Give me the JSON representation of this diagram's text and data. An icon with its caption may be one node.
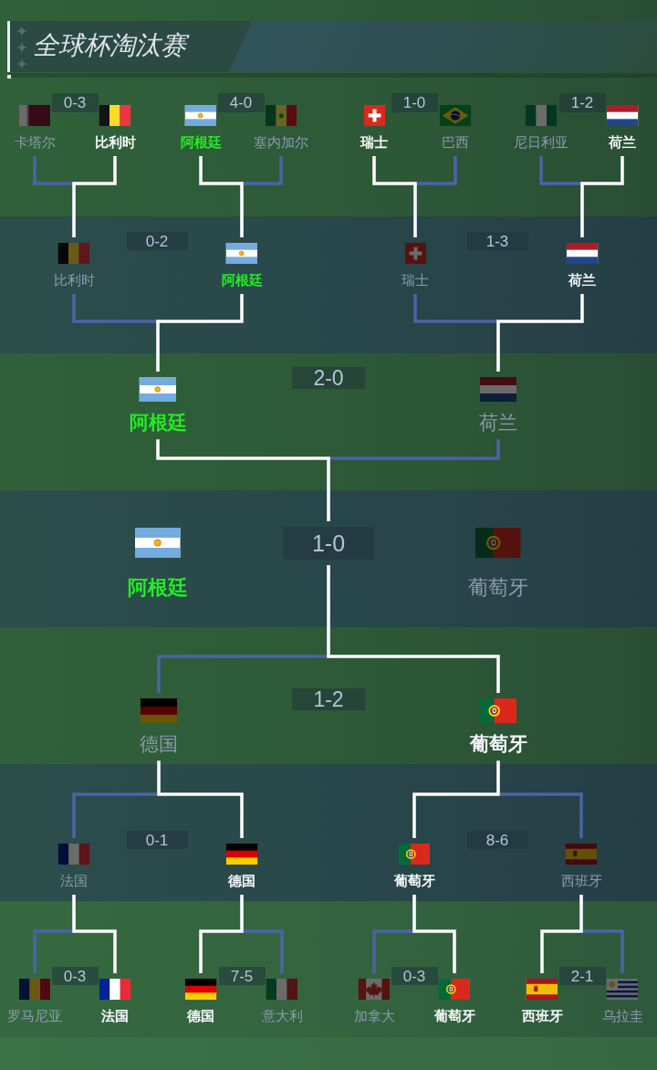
{
  "diagram": {
    "title": "全球杯淘汰赛",
    "nodes": [
      {
        "text": [
          "卡塔尔"
        ]
      },
      {
        "text": [
          "0-3"
        ]
      },
      {
        "text": [
          "比利时"
        ]
      },
      {
        "text": [
          "阿根廷"
        ]
      },
      {
        "text": [
          "4-0"
        ]
      },
      {
        "text": [
          "塞内加尔"
        ]
      },
      {
        "text": [
          "瑞士"
        ]
      },
      {
        "text": [
          "1-0"
        ]
      },
      {
        "text": [
          "巴西"
        ]
      },
      {
        "text": [
          "尼日利亚"
        ]
      },
      {
        "text": [
          "1-2"
        ]
      },
      {
        "text": [
          "荷兰"
        ]
      },
      {
        "text": [
          "比利时"
        ]
      },
      {
        "text": [
          "0-2"
        ]
      },
      {
        "text": [
          "阿根廷"
        ]
      },
      {
        "text": [
          "瑞士"
        ]
      },
      {
        "text": [
          "1-3"
        ]
      },
      {
        "text": [
          "荷兰"
        ]
      },
      {
        "text": [
          "阿根廷"
        ]
      },
      {
        "text": [
          "2-0"
        ]
      },
      {
        "text": [
          "荷兰"
        ]
      },
      {
        "text": [
          "阿根廷"
        ]
      },
      {
        "text": [
          "1-0"
        ]
      },
      {
        "text": [
          "葡萄牙"
        ]
      },
      {
        "text": [
          "德国"
        ]
      },
      {
        "text": [
          "1-2"
        ]
      },
      {
        "text": [
          "葡萄牙"
        ]
      },
      {
        "text": [
          "法国"
        ]
      },
      {
        "text": [
          "0-1"
        ]
      },
      {
        "text": [
          "德国"
        ]
      },
      {
        "text": [
          "葡萄牙"
        ]
      },
      {
        "text": [
          "8-6"
        ]
      },
      {
        "text": [
          "西班牙"
        ]
      },
      {
        "text": [
          "罗马尼亚"
        ]
      },
      {
        "text": [
          "0-3"
        ]
      },
      {
        "text": [
          "法国"
        ]
      },
      {
        "text": [
          "德国"
        ]
      },
      {
        "text": [
          "7-5"
        ]
      },
      {
        "text": [
          "意大利"
        ]
      },
      {
        "text": [
          "加拿大"
        ]
      },
      {
        "text": [
          "0-3"
        ]
      },
      {
        "text": [
          "葡萄牙"
        ]
      },
      {
        "text": [
          "西班牙"
        ]
      },
      {
        "text": [
          "2-1"
        ]
      },
      {
        "text": [
          "乌拉圭"
        ]
      }
    ],
    "edges": [
      {
        "from": 0,
        "to": 12,
        "arrow": "none",
        "color": "#4c63a8"
      },
      {
        "from": 2,
        "to": 12,
        "arrow": "none",
        "color": "#ffffff"
      },
      {
        "from": 3,
        "to": 14,
        "arrow": "none",
        "color": "#ffffff"
      },
      {
        "from": 5,
        "to": 14,
        "arrow": "none",
        "color": "#4c63a8"
      },
      {
        "from": 6,
        "to": 15,
        "arrow": "none",
        "color": "#ffffff"
      },
      {
        "from": 8,
        "to": 15,
        "arrow": "none",
        "color": "#4c63a8"
      },
      {
        "from": 9,
        "to": 17,
        "arrow": "none",
        "color": "#4c63a8"
      },
      {
        "from": 11,
        "to": 17,
        "arrow": "none",
        "color": "#ffffff"
      },
      {
        "from": 12,
        "to": 18,
        "arrow": "none",
        "color": "#4c63a8"
      },
      {
        "from": 14,
        "to": 18,
        "arrow": "none",
        "color": "#ffffff"
      },
      {
        "from": 15,
        "to": 20,
        "arrow": "none",
        "color": "#4c63a8"
      },
      {
        "from": 17,
        "to": 20,
        "arrow": "none",
        "color": "#ffffff"
      },
      {
        "from": 18,
        "to": 22,
        "arrow": "none",
        "color": "#ffffff"
      },
      {
        "from": 20,
        "to": 22,
        "arrow": "none",
        "color": "#4c63a8"
      },
      {
        "from": 24,
        "to": 22,
        "arrow": "none",
        "color": "#4c63a8"
      },
      {
        "from": 26,
        "to": 22,
        "arrow": "none",
        "color": "#ffffff"
      },
      {
        "from": 27,
        "to": 24,
        "arrow": "none",
        "color": "#4c63a8"
      },
      {
        "from": 29,
        "to": 24,
        "arrow": "none",
        "color": "#ffffff"
      },
      {
        "from": 30,
        "to": 26,
        "arrow": "none",
        "color": "#ffffff"
      },
      {
        "from": 32,
        "to": 26,
        "arrow": "none",
        "color": "#4c63a8"
      },
      {
        "from": 33,
        "to": 27,
        "arrow": "none",
        "color": "#4c63a8"
      },
      {
        "from": 35,
        "to": 27,
        "arrow": "none",
        "color": "#ffffff"
      },
      {
        "from": 36,
        "to": 29,
        "arrow": "none",
        "color": "#ffffff"
      },
      {
        "from": 38,
        "to": 29,
        "arrow": "none",
        "color": "#4c63a8"
      },
      {
        "from": 39,
        "to": 30,
        "arrow": "none",
        "color": "#4c63a8"
      },
      {
        "from": 41,
        "to": 30,
        "arrow": "none",
        "color": "#ffffff"
      },
      {
        "from": 42,
        "to": 32,
        "arrow": "none",
        "color": "#ffffff"
      },
      {
        "from": 44,
        "to": 32,
        "arrow": "none",
        "color": "#4c63a8"
      }
    ]
  }
}
